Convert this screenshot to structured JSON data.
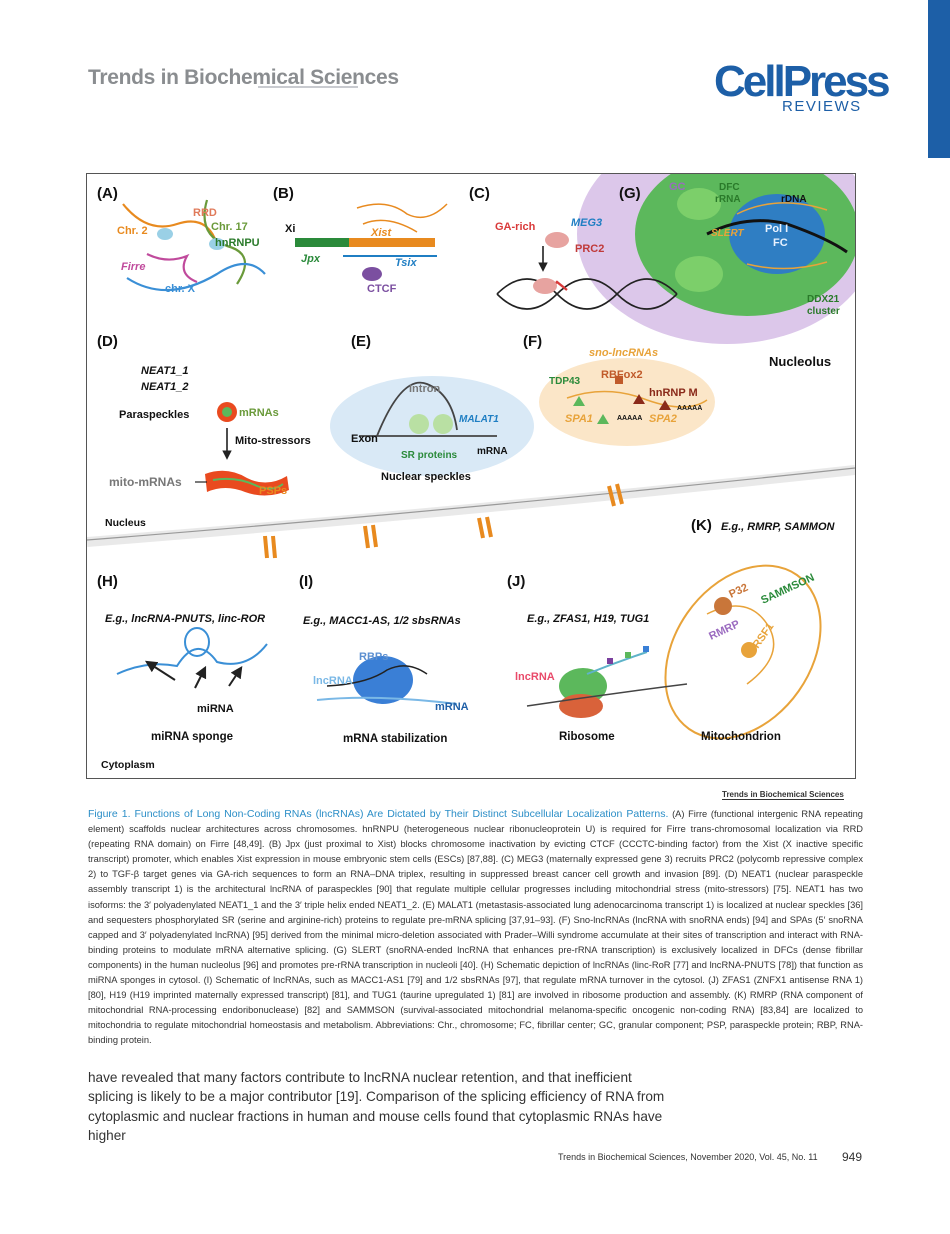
{
  "header": {
    "journal_title": "Trends in Biochemical Sciences",
    "logo_main": "CellPress",
    "logo_sub": "REVIEWS"
  },
  "figure": {
    "credit": "Trends in Biochemical Sciences",
    "panels": {
      "A": {
        "label": "(A)",
        "rrd": "RRD",
        "chr2": "Chr. 2",
        "chr17": "Chr. 17",
        "hnrnpu": "hnRNPU",
        "firre": "Firre",
        "chrx": "chr. X"
      },
      "B": {
        "label": "(B)",
        "xi": "Xi",
        "xist": "Xist",
        "jpx": "Jpx",
        "tsix": "Tsix",
        "ctcf": "CTCF"
      },
      "C": {
        "label": "(C)",
        "garich": "GA-rich",
        "meg3": "MEG3",
        "prc2": "PRC2"
      },
      "G": {
        "label": "(G)",
        "gc": "GC",
        "dfc": "DFC",
        "rrna": "rRNA",
        "rdna": "rDNA",
        "slert": "SLERT",
        "pol1": "Pol I",
        "fc": "FC",
        "ddx21": "DDX21",
        "cluster": "cluster"
      },
      "D": {
        "label": "(D)",
        "neat1_1": "NEAT1_1",
        "neat1_2": "NEAT1_2",
        "paraspeckles": "Paraspeckles",
        "mrnas": "mRNAs",
        "mito_stressors": "Mito-stressors",
        "mito_mrnas": "mito-mRNAs",
        "psps": "PSPs"
      },
      "E": {
        "label": "(E)",
        "intron": "Intron",
        "malat1": "MALAT1",
        "exon": "Exon",
        "mrna": "mRNA",
        "sr_proteins": "SR proteins",
        "nuclear_speckles": "Nuclear speckles"
      },
      "F": {
        "label": "(F)",
        "sno_lncrnas": "sno-lncRNAs",
        "rbfox2": "RBFox2",
        "tdp43": "TDP43",
        "hnrnpm": "hnRNP M",
        "spa1": "SPA1",
        "spa2": "SPA2",
        "polya1": "AAAAA",
        "polya2": "AAAAA"
      },
      "nucleolus": "Nucleolus",
      "nucleus": "Nucleus",
      "K": {
        "label": "(K)",
        "eg": "E.g., RMRP, SAMMON",
        "p32": "P32",
        "sammson": "SAMMSON",
        "rmrp": "RMRP",
        "grsf1": "GRSF1",
        "mitochondrion": "Mitochondrion"
      },
      "H": {
        "label": "(H)",
        "eg": "E.g., lncRNA-PNUTS, linc-ROR",
        "mirna": "miRNA",
        "caption": "miRNA sponge"
      },
      "I": {
        "label": "(I)",
        "eg": "E.g., MACC1-AS, 1/2 sbsRNAs",
        "rbps": "RBPs",
        "lncrna": "lncRNA",
        "mrna": "mRNA",
        "caption": "mRNA stabilization"
      },
      "J": {
        "label": "(J)",
        "eg": "E.g., ZFAS1, H19, TUG1",
        "lncrna": "lncRNA",
        "caption": "Ribosome"
      },
      "cytoplasm": "Cytoplasm"
    }
  },
  "caption": {
    "title": "Figure 1. Functions of Long Non-Coding RNAs (lncRNAs) Are Dictated by Their Distinct Subcellular Localization Patterns.",
    "body": "(A) Firre (functional intergenic RNA repeating element) scaffolds nuclear architectures across chromosomes. hnRNPU (heterogeneous nuclear ribonucleoprotein U) is required for Firre trans-chromosomal localization via RRD (repeating RNA domain) on Firre [48,49]. (B) Jpx (just proximal to Xist) blocks chromosome inactivation by evicting CTCF (CCCTC-binding factor) from the Xist (X inactive specific transcript) promoter, which enables Xist expression in mouse embryonic stem cells (ESCs) [87,88]. (C) MEG3 (maternally expressed gene 3) recruits PRC2 (polycomb repressive complex 2) to TGF-β target genes via GA-rich sequences to form an RNA–DNA triplex, resulting in suppressed breast cancer cell growth and invasion [89]. (D) NEAT1 (nuclear paraspeckle assembly transcript 1) is the architectural lncRNA of paraspeckles [90] that regulate multiple cellular progresses including mitochondrial stress (mito-stressors) [75]. NEAT1 has two isoforms: the 3′ polyadenylated NEAT1_1 and the 3′ triple helix ended NEAT1_2. (E) MALAT1 (metastasis-associated lung adenocarcinoma transcript 1) is localized at nuclear speckles [36] and sequesters phosphorylated SR (serine and arginine-rich) proteins to regulate pre-mRNA splicing [37,91–93]. (F) Sno-lncRNAs (lncRNA with snoRNA ends) [94] and SPAs (5′ snoRNA capped and 3′ polyadenylated lncRNA) [95] derived from the minimal micro-deletion associated with Prader–Willi syndrome accumulate at their sites of transcription and interact with RNA-binding proteins to modulate mRNA alternative splicing. (G) SLERT (snoRNA-ended lncRNA that enhances pre-rRNA transcription) is exclusively localized in DFCs (dense fibrillar components) in the human nucleolus [96] and promotes pre-rRNA transcription in nucleoli [40]. (H) Schematic depiction of lncRNAs (linc-RoR [77] and lncRNA-PNUTS [78]) that function as miRNA sponges in cytosol. (I) Schematic of lncRNAs, such as MACC1-AS1 [79] and 1/2 sbsRNAs [97], that regulate mRNA turnover in the cytosol. (J) ZFAS1 (ZNFX1 antisense RNA 1) [80], H19 (H19 imprinted maternally expressed transcript) [81], and TUG1 (taurine upregulated 1) [81] are involved in ribosome production and assembly. (K) RMRP (RNA component of mitochondrial RNA-processing endoribonuclease) [82] and SAMMSON (survival-associated mitochondrial melanoma-specific oncogenic non-coding RNA) [83,84] are localized to mitochondria to regulate mitochondrial homeostasis and metabolism. Abbreviations: Chr., chromosome; FC, fibrillar center; GC, granular component; PSP, paraspeckle protein; RBP, RNA-binding protein."
  },
  "body_text": "have revealed that many factors contribute to lncRNA nuclear retention, and that inefficient splicing is likely to be a major contributor [19]. Comparison of the splicing efficiency of RNA from cytoplasmic and nuclear fractions in human and mouse cells found that cytoplasmic RNAs have higher",
  "footer": {
    "citation": "Trends in Biochemical Sciences, November 2020, Vol. 45, No. 11",
    "page": "949"
  }
}
